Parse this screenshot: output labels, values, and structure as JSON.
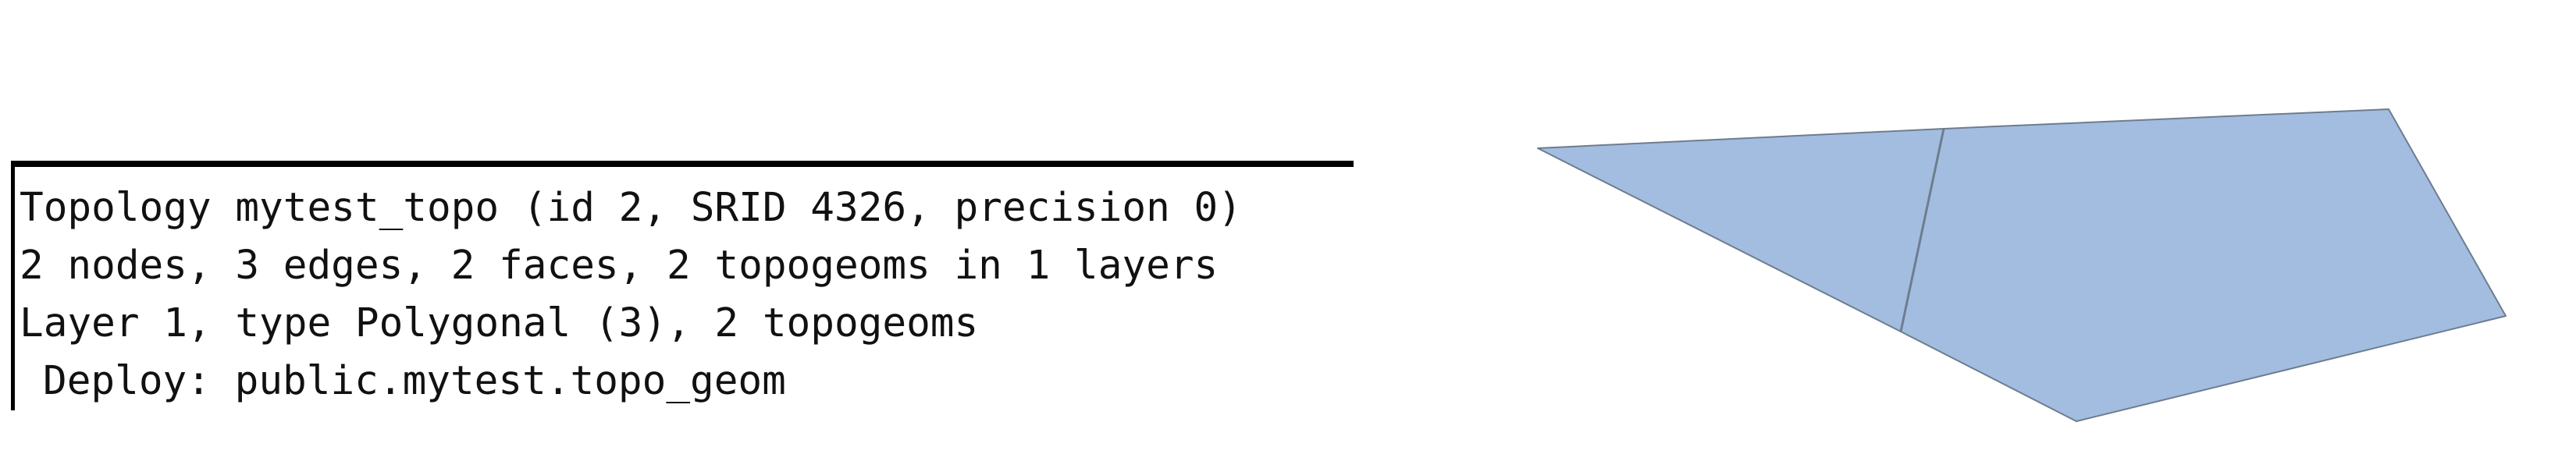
{
  "topology_info": {
    "lines": [
      "Topology mytest_topo (id 2, SRID 4326, precision 0)",
      "2 nodes, 3 edges, 2 faces, 2 topogeoms in 1 layers",
      "Layer 1, type Polygonal (3), 2 topogeoms",
      "Deploy: public.mytest.topo_geom"
    ]
  },
  "polygon_view": {
    "face_fill_color": "#a3bde0",
    "edge_color": "#6d7d8f",
    "face_count": 2
  }
}
